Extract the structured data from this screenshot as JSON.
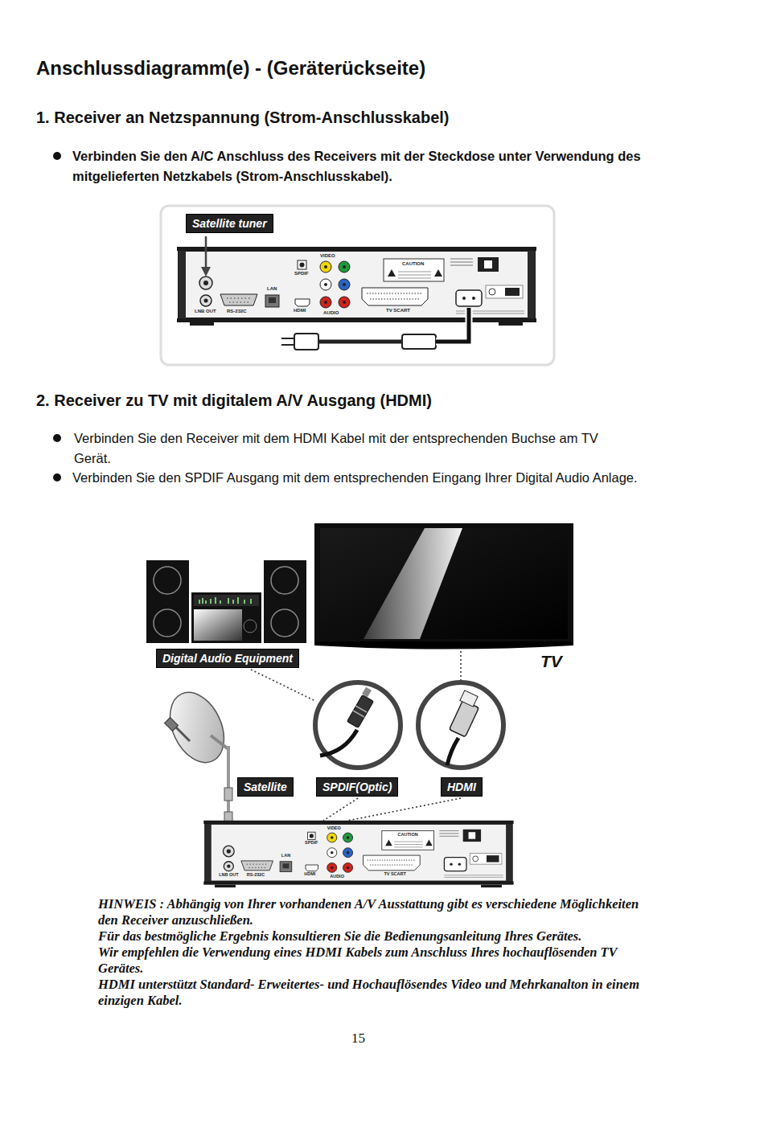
{
  "diagram": {
    "title": "Anschlussdiagramm(e) - (Geräterückseite)",
    "nodes": [
      {
        "text": [
          "Satellite tuner"
        ]
      },
      {
        "text": [
          "Digital Audio Equipment"
        ]
      },
      {
        "text": [
          "Satellite"
        ]
      },
      {
        "text": [
          "SPDIF(Optic)"
        ]
      },
      {
        "text": [
          "HDMI"
        ]
      }
    ],
    "labels": [
      "1. Receiver an Netzspannung (Strom-Anschlusskabel)",
      "Verbinden Sie den A/C Anschluss des Receivers mit der Steckdose unter Verwendung des mitgelieferten Netzkabels (Strom-Anschlusskabel).",
      "VIDEO",
      "CAUTION",
      "LAN",
      "SPDIF",
      "LNB OUT",
      "RS-232C",
      "HDMI",
      "AUDIO",
      "TV SCART",
      "2. Receiver zu TV mit digitalem A/V Ausgang (HDMI)",
      "Verbinden Sie den Receiver mit dem HDMI Kabel mit der entsprechenden Buchse am TV Gerät.",
      "Verbinden Sie den SPDIF Ausgang mit dem entsprechenden Eingang Ihrer Digital Audio Anlage.",
      "TV",
      "VIDEO",
      "CAUTION",
      "LAN",
      "SPDIF",
      "LNB OUT",
      "RS-232C",
      "HDMI",
      "AUDIO",
      "TV SCART",
      "HINWEIS : Abhängig von Ihrer vorhandenen A/V Ausstattung gibt es verschiedene Möglichkeiten den Receiver anzuschließen.",
      "Für das bestmögliche Ergebnis konsultieren Sie die Bedienungsanleitung Ihres Gerätes.",
      "Wir empfehlen die Verwendung eines HDMI Kabels zum Anschluss Ihres hochauflösenden TV Gerätes.",
      "HDMI unterstützt Standard- Erweitertes- und Hochauflösendes Video und Mehrkanalton in einem einzigen Kabel.",
      "15"
    ]
  }
}
